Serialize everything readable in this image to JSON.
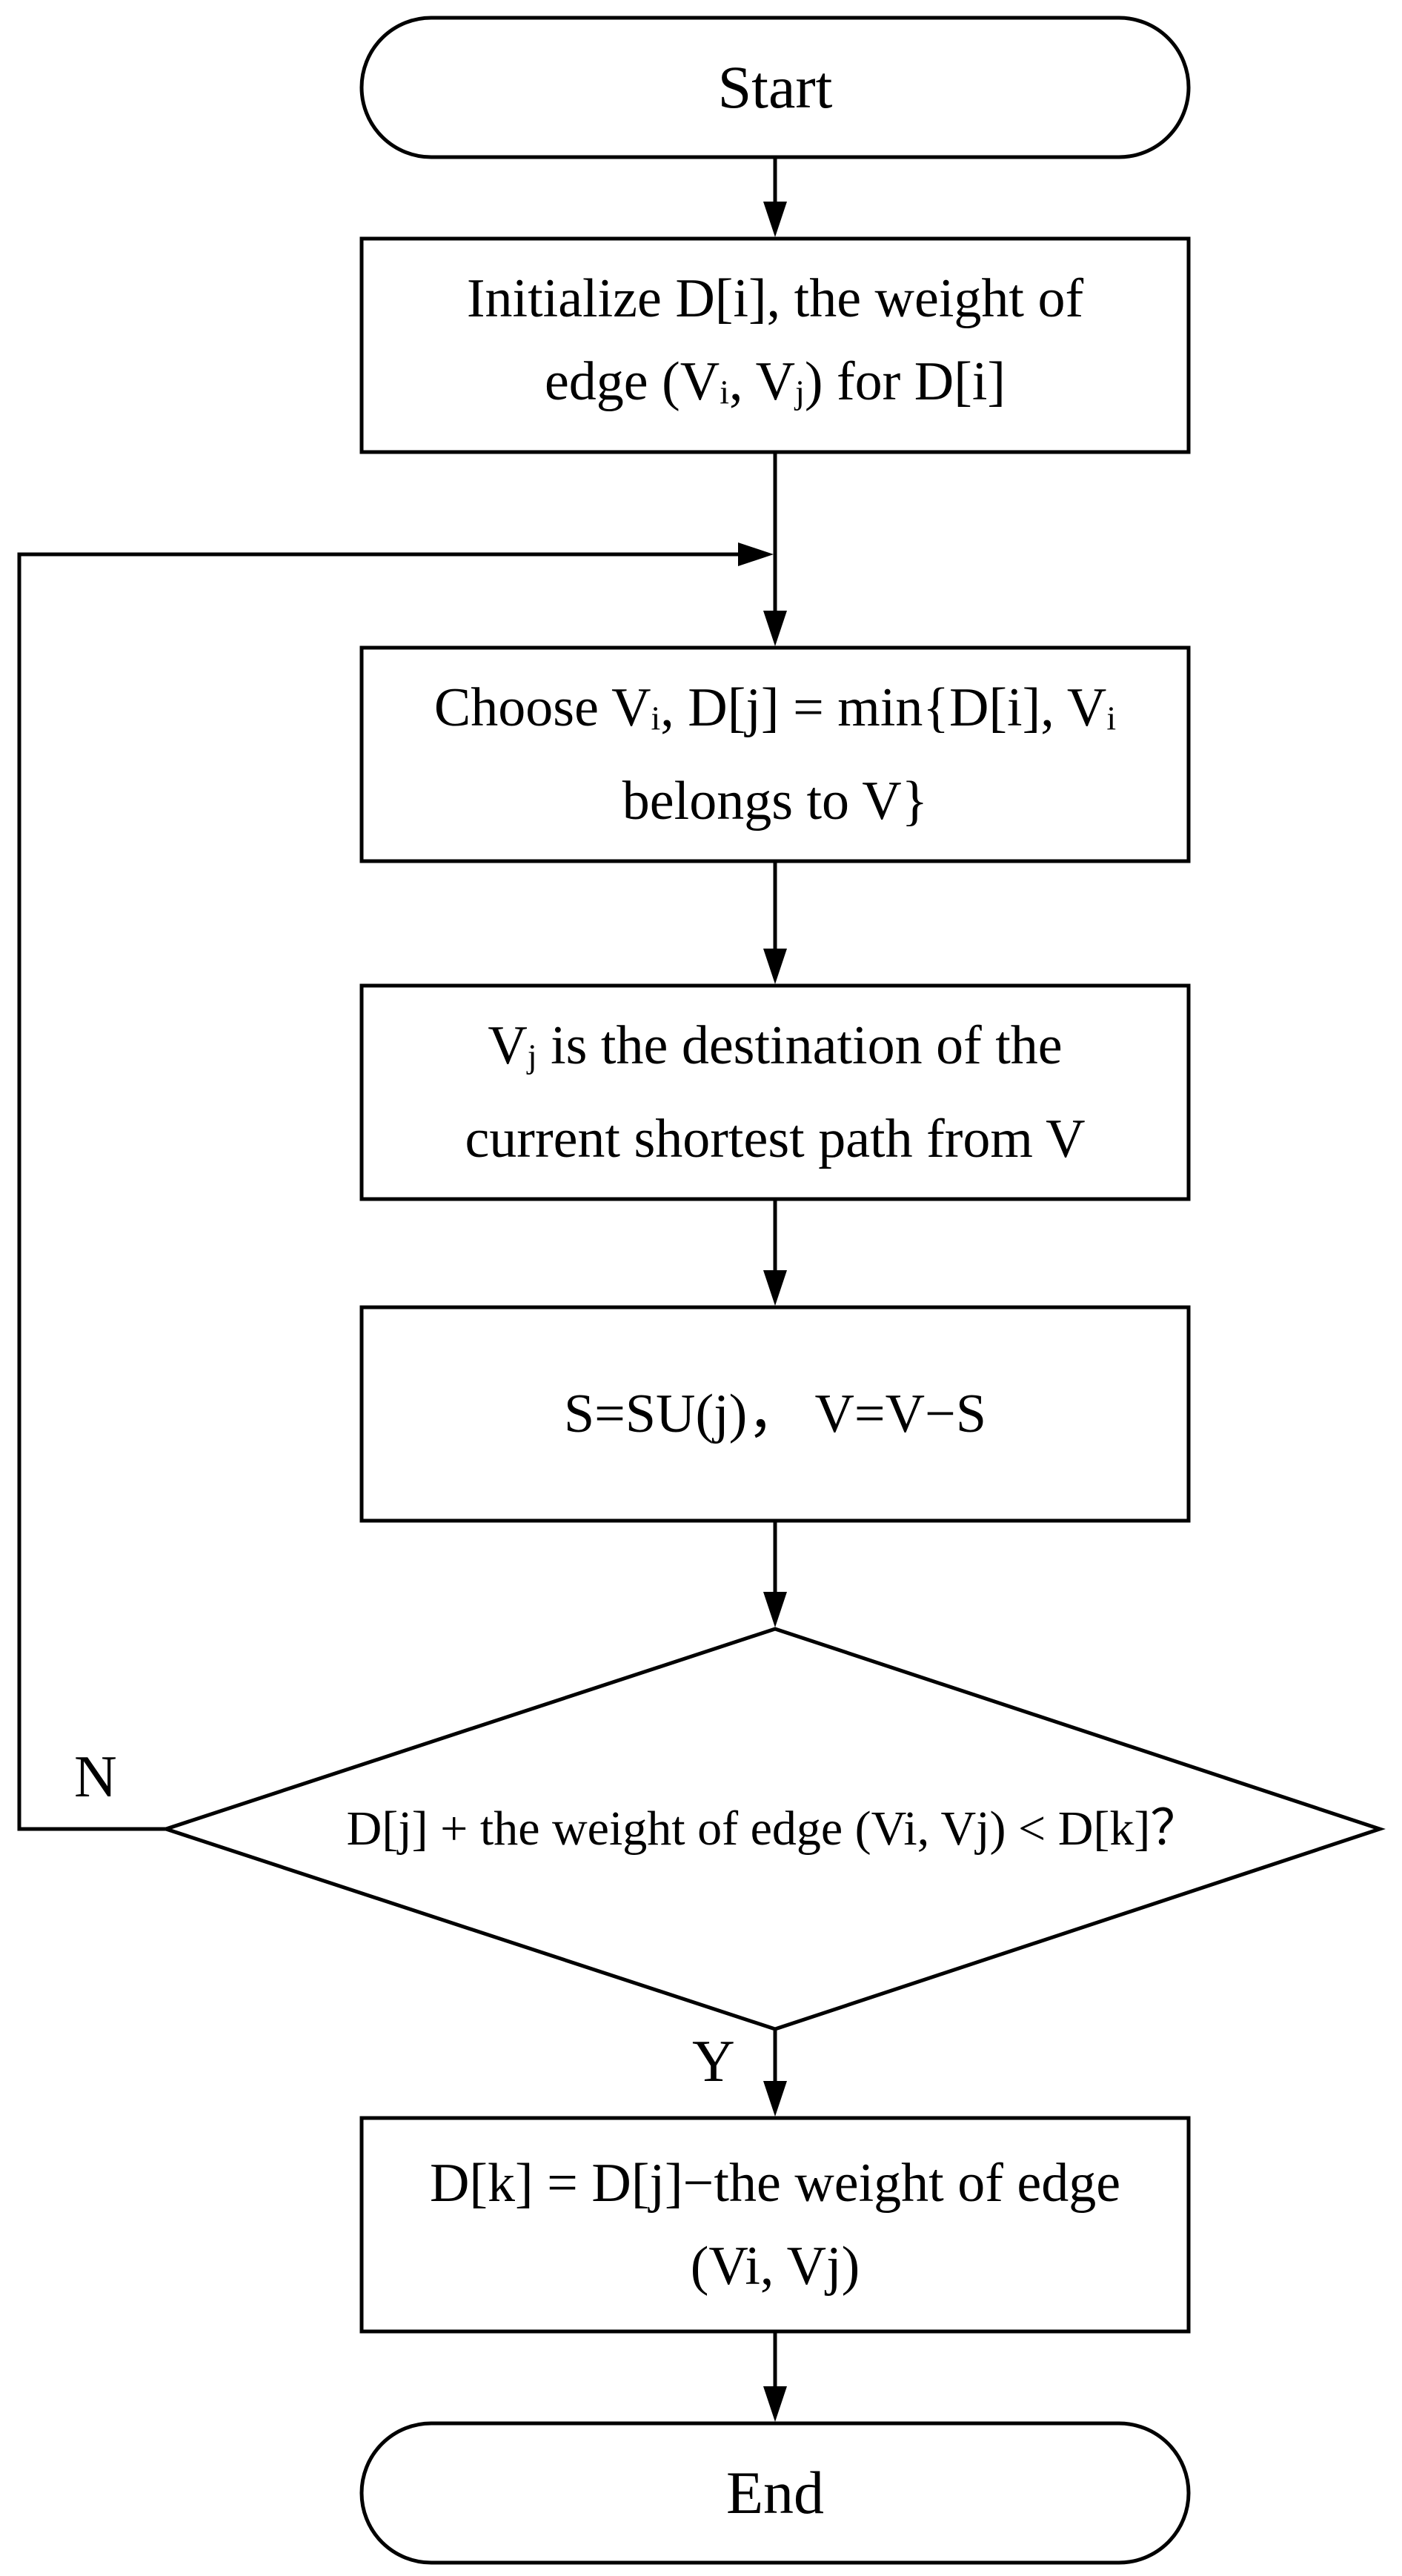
{
  "flowchart": {
    "start": "Start",
    "init": {
      "line1": "Initialize D[i], the weight of",
      "line2_a": "edge (V",
      "line2_sub1": "i",
      "line2_b": ", V",
      "line2_sub2": "j",
      "line2_c": ") for D[i]"
    },
    "choose": {
      "line1_a": "Choose V",
      "line1_sub1": "i",
      "line1_b": ", D[j] = min{D[i], V",
      "line1_sub2": "i",
      "line2": "belongs to V}"
    },
    "destination": {
      "line1_a": "V",
      "line1_sub": "j",
      "line1_b": " is the destination of the",
      "line2": "current shortest path from V"
    },
    "update_sets": "S=SU(j)， V=V−S",
    "decision": "D[j] + the weight of edge (Vi, Vj) < D[k]？",
    "update_dist": {
      "line1": "D[k] = D[j]−the weight of edge",
      "line2": "(Vi, Vj)"
    },
    "end": "End",
    "label_no": "N",
    "label_yes": "Y"
  }
}
